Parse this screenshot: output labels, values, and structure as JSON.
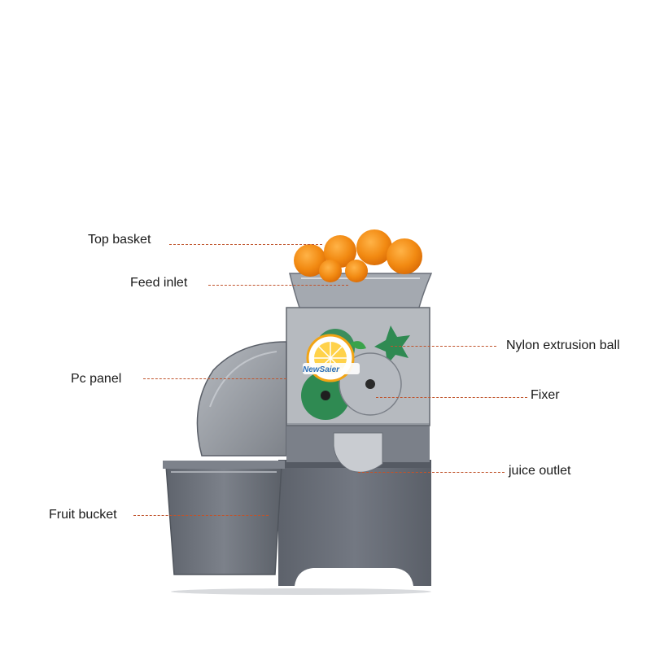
{
  "labels": {
    "top_basket": "Top basket",
    "feed_inlet": "Feed inlet",
    "pc_panel": "Pc panel",
    "fruit_bucket": "Fruit bucket",
    "nylon_ball": "Nylon extrusion ball",
    "fixer": "Fixer",
    "juice_outlet": "juice outlet"
  },
  "logo_text": "NewSaier",
  "colors": {
    "leader": "#c0542c",
    "body": "#6b7079",
    "panel": "#8a8f97",
    "orange": "#f28a12",
    "green": "#2f8a52"
  }
}
